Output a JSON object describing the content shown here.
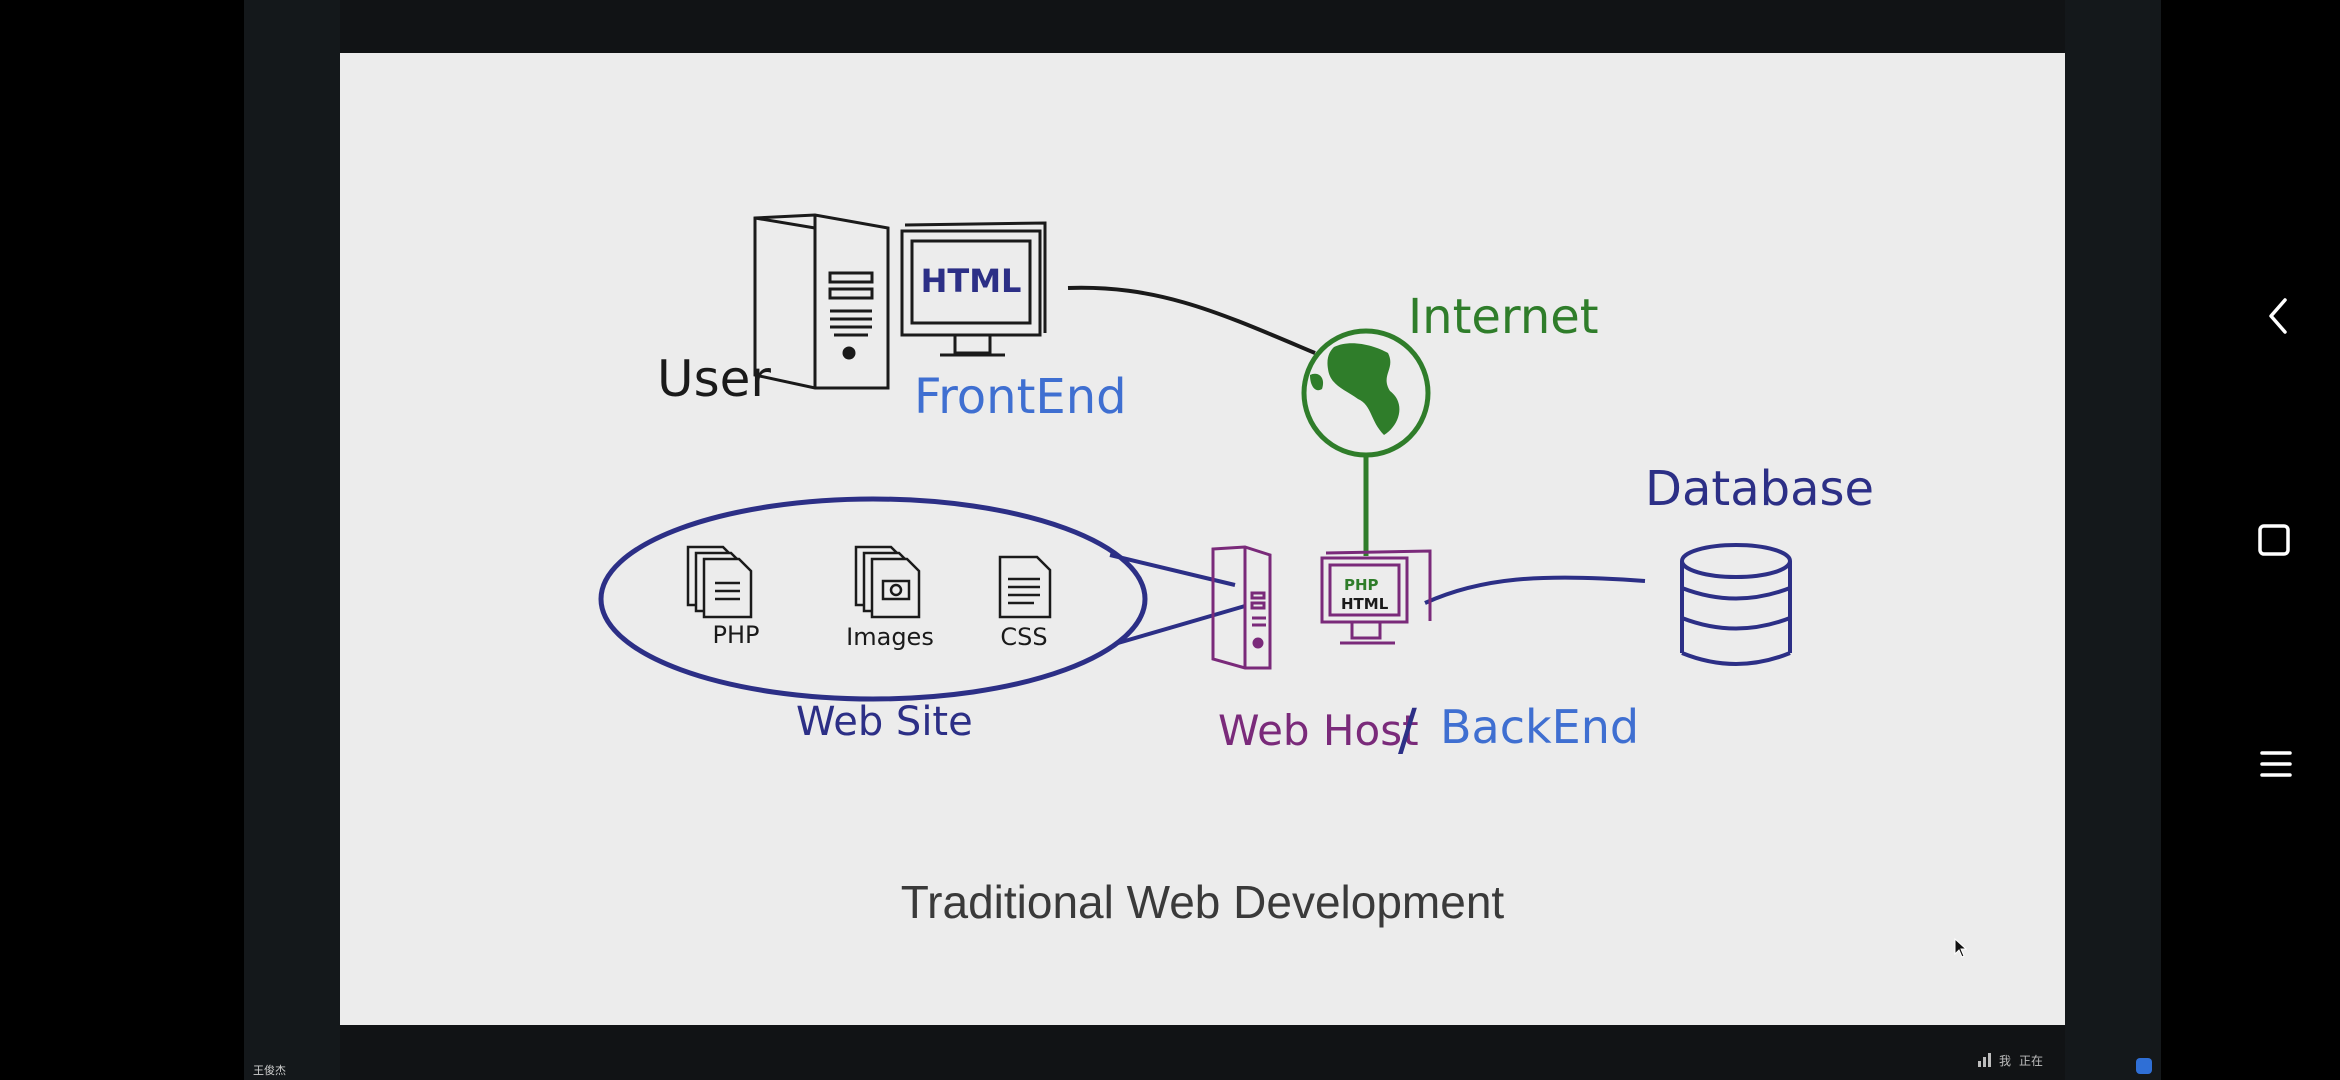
{
  "slide": {
    "caption": "Traditional Web Development",
    "labels": {
      "user": "User",
      "html_screen": "HTML",
      "frontend": "FrontEnd",
      "internet": "Internet",
      "database": "Database",
      "php": "PHP",
      "images": "Images",
      "css": "CSS",
      "website": "Web Site",
      "webhost": "Web Host",
      "slash": "/",
      "backend": "BackEnd",
      "server_php": "PHP",
      "server_html": "HTML"
    },
    "colors": {
      "black": "#1a1a1a",
      "frontend_blue": "#3f6fd1",
      "internet_green": "#2f7d2a",
      "site_navy": "#2c2f86",
      "host_purple": "#7a2a7a"
    }
  },
  "presenter_name": "王俊杰",
  "tray": {
    "input_label": "我",
    "status": "正在"
  },
  "nav": {
    "back_icon": "chevron-left-icon",
    "home_icon": "square-icon",
    "menu_icon": "hamburger-icon"
  }
}
